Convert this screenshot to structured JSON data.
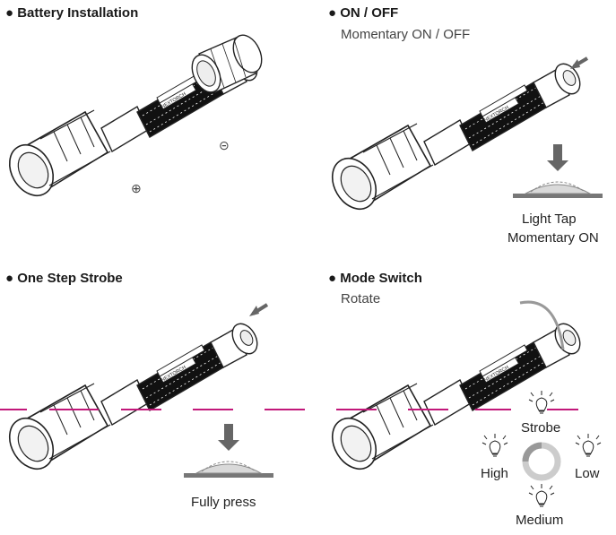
{
  "panels": {
    "battery": {
      "title": "● Battery Installation",
      "minus": "⊝",
      "plus": "⊕"
    },
    "onoff": {
      "title": "● ON / OFF",
      "subtitle": "Momentary ON / OFF",
      "caption_line1": "Light Tap",
      "caption_line2": "Momentary ON"
    },
    "strobe": {
      "title": "● One Step Strobe",
      "caption": "Fully press"
    },
    "mode": {
      "title": "● Mode Switch",
      "subtitle": "Rotate",
      "modes": {
        "top": "Strobe",
        "left": "High",
        "right": "Low",
        "bottom": "Medium"
      }
    }
  },
  "brand_text": "NEXTORCH",
  "colors": {
    "guide_line": "#c2187a",
    "line_art": "#222222",
    "cap_fill": "#d9d9d9",
    "arrow": "#666666"
  }
}
